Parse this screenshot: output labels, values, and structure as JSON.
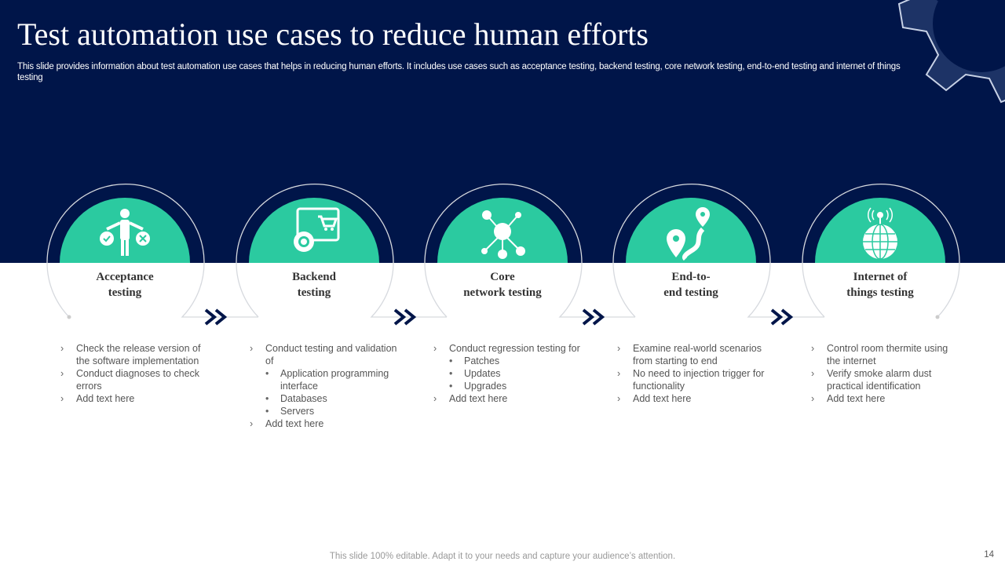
{
  "title": "Test automation use cases to reduce human efforts",
  "subtitle": "This slide provides information about test automation use cases that helps in reducing human efforts. It includes use cases such as acceptance testing, backend testing, core network testing, end-to-end testing and internet of things testing",
  "colors": {
    "navy": "#001549",
    "teal": "#2BCAA0"
  },
  "cards": [
    {
      "heading": [
        "Acceptance",
        "testing"
      ],
      "icon": "balance-person-icon",
      "items": [
        {
          "t": "Check the release version of the software implementation"
        },
        {
          "t": "Conduct diagnoses to check errors"
        },
        {
          "t": "Add text here"
        }
      ]
    },
    {
      "heading": [
        "Backend",
        "testing"
      ],
      "icon": "monitor-cart-gear-icon",
      "items": [
        {
          "t": "Conduct testing and validation of"
        },
        {
          "t": "Application programming interface",
          "sub": true
        },
        {
          "t": "Databases",
          "sub": true
        },
        {
          "t": "Servers",
          "sub": true
        },
        {
          "t": "Add text here"
        }
      ]
    },
    {
      "heading": [
        "Core",
        "network testing"
      ],
      "icon": "network-icon",
      "items": [
        {
          "t": "Conduct regression testing for"
        },
        {
          "t": "Patches",
          "sub": true
        },
        {
          "t": "Updates",
          "sub": true
        },
        {
          "t": "Upgrades",
          "sub": true
        },
        {
          "t": "Add text here"
        }
      ]
    },
    {
      "heading": [
        "End-to-",
        "end testing"
      ],
      "icon": "route-pin-icon",
      "items": [
        {
          "t": "Examine real-world scenarios from starting to end"
        },
        {
          "t": "No need to injection trigger for functionality"
        },
        {
          "t": "Add text here"
        }
      ]
    },
    {
      "heading": [
        "Internet of",
        "things testing"
      ],
      "icon": "globe-antenna-icon",
      "items": [
        {
          "t": "Control room thermite using the internet"
        },
        {
          "t": "Verify smoke alarm dust practical identification"
        },
        {
          "t": "Add text here"
        }
      ]
    }
  ],
  "footer": "This slide 100% editable. Adapt it to your needs and capture your audience’s attention.",
  "page_number": "14"
}
